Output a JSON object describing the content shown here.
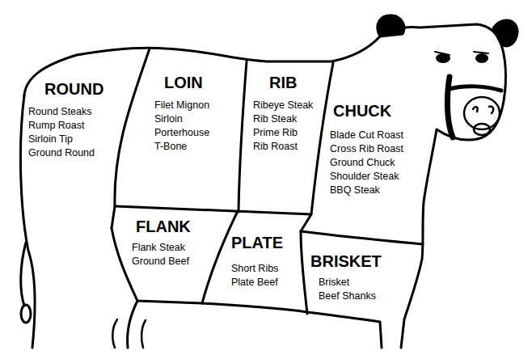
{
  "diagram": {
    "nodes": [
      {
        "text": [
          "ROUND",
          "Round Steaks",
          "Rump Roast",
          "Sirloin Tip",
          "Ground Round"
        ]
      },
      {
        "text": [
          "LOIN",
          "Filet Mignon",
          "Sirloin",
          "Porterhouse",
          "T-Bone"
        ]
      },
      {
        "text": [
          "RIB",
          "Ribeye Steak",
          "Rib Steak",
          "Prime Rib",
          "Rib Roast"
        ]
      },
      {
        "text": [
          "CHUCK",
          "Blade Cut Roast",
          "Cross Rib Roast",
          "Ground Chuck",
          "Shoulder Steak",
          "BBQ Steak"
        ]
      },
      {
        "text": [
          "FLANK",
          "Flank Steak",
          "Ground Beef"
        ]
      },
      {
        "text": [
          "PLATE",
          "Short Ribs",
          "Plate Beef"
        ]
      },
      {
        "text": [
          "BRISKET",
          "Brisket",
          "Beef Shanks"
        ]
      }
    ]
  }
}
